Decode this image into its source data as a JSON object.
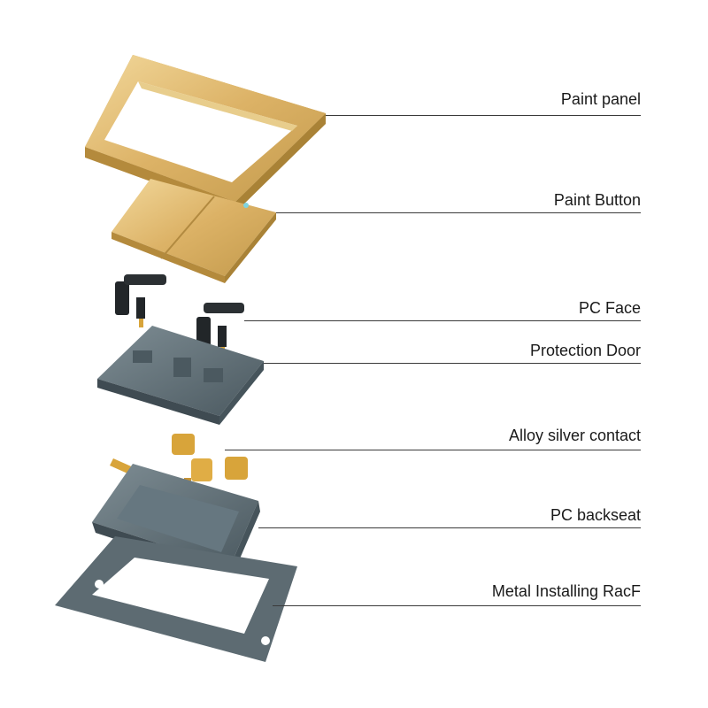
{
  "labels": {
    "paint_panel": "Paint panel",
    "paint_button": "Paint Button",
    "pc_face": "PC Face",
    "protection_door": "Protection Door",
    "alloy_silver_contact": "Alloy silver contact",
    "pc_backseat": "PC backseat",
    "metal_installing_rack": "Metal Installing RacF"
  },
  "colors": {
    "gold": "#d9b062",
    "gold_light": "#f0d594",
    "gold_dark": "#b48a3c",
    "slate": "#5a6a72",
    "slate_light": "#7c8b92",
    "slate_dark": "#3f4b52",
    "brass": "#d8a43a",
    "black": "#222629",
    "line": "#3a3a3a"
  }
}
